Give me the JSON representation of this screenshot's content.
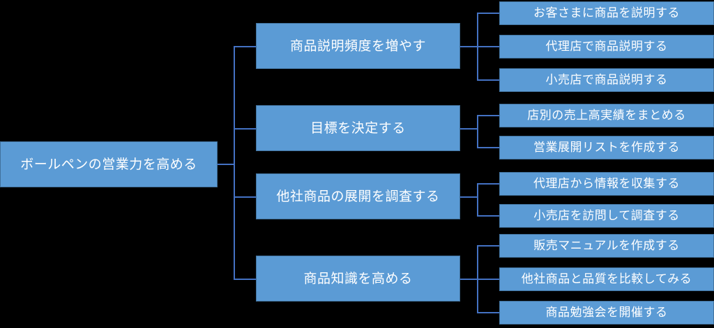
{
  "diagram": {
    "type": "tree-diagram",
    "title_node": "ボールペンの営業力を高める",
    "colors": {
      "background": "#000000",
      "node_fill": "#5b9bd5",
      "node_border": "#41719c",
      "connector": "#4472c4",
      "node_text": "#ffffff"
    },
    "root": {
      "label": "ボールペンの営業力を高める"
    },
    "branches": [
      {
        "label": "商品説明頻度を増やす",
        "children": [
          {
            "label": "お客さまに商品を説明する"
          },
          {
            "label": "代理店で商品説明する"
          },
          {
            "label": "小売店で商品説明する"
          }
        ]
      },
      {
        "label": "目標を決定する",
        "children": [
          {
            "label": "店別の売上高実績をまとめる"
          },
          {
            "label": "営業展開リストを作成する"
          }
        ]
      },
      {
        "label": "他社商品の展開を調査する",
        "children": [
          {
            "label": "代理店から情報を収集する"
          },
          {
            "label": "小売店を訪問して調査する"
          }
        ]
      },
      {
        "label": "商品知識を高める",
        "children": [
          {
            "label": "販売マニュアルを作成する"
          },
          {
            "label": "他社商品と品質を比較してみる"
          },
          {
            "label": "商品勉強会を開催する"
          }
        ]
      }
    ]
  }
}
